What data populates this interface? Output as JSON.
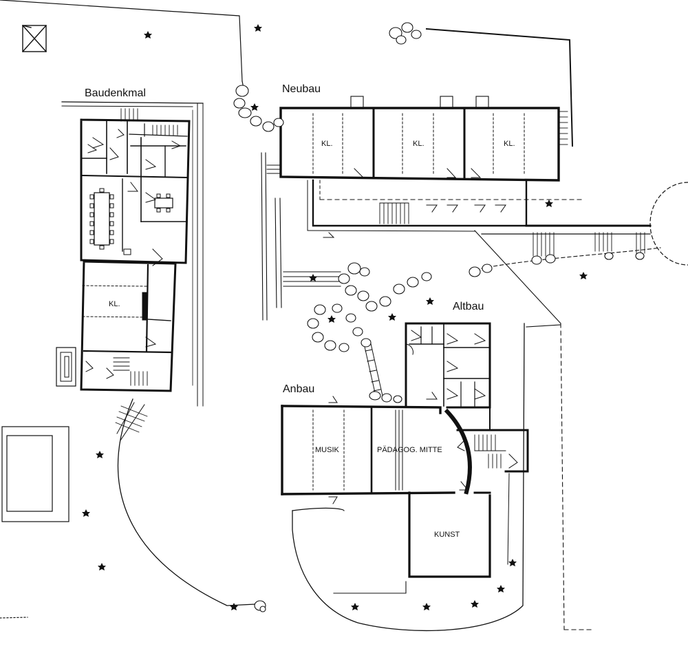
{
  "buildings": {
    "baudenkmal": "Baudenkmal",
    "neubau": "Neubau",
    "altbau": "Altbau",
    "anbau": "Anbau"
  },
  "rooms": {
    "neubau_kl_1": "KL.",
    "neubau_kl_2": "KL.",
    "neubau_kl_3": "KL.",
    "baudenkmal_kl": "KL.",
    "musik": "MUSIK",
    "paedagog_mitte": "PÄDAGOG. MITTE",
    "kunst": "KUNST"
  },
  "colors": {
    "ink": "#111111",
    "paper": "#ffffff"
  },
  "icons": {
    "north": "north-arrow-icon",
    "tree": "tree-star-icon",
    "boulder": "boulder-icon"
  }
}
